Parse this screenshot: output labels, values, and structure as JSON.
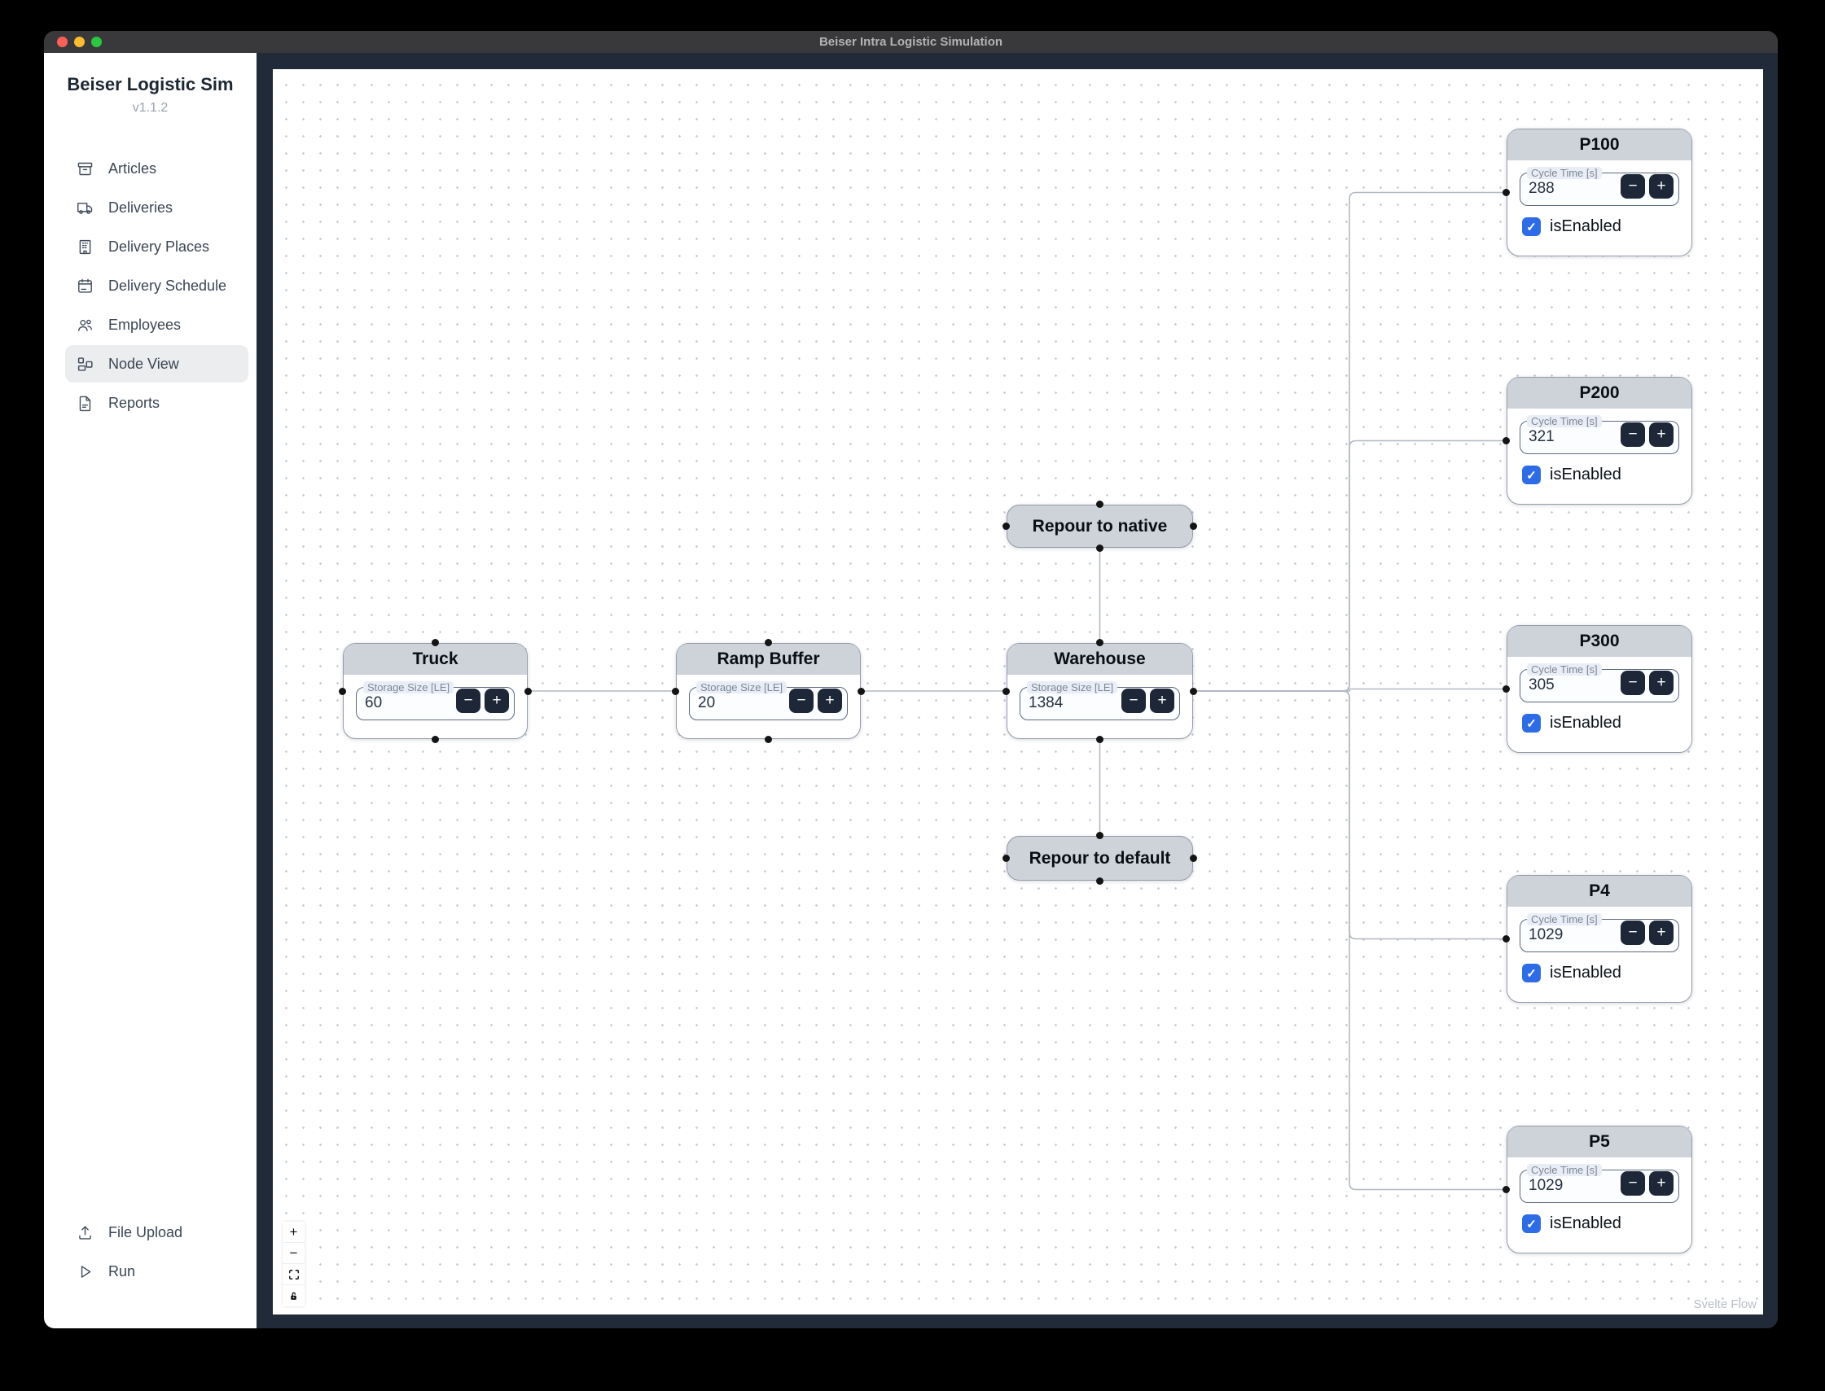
{
  "window": {
    "title": "Beiser Intra Logistic Simulation"
  },
  "sidebar": {
    "app_title": "Beiser Logistic Sim",
    "version": "v1.1.2",
    "items": [
      {
        "label": "Articles"
      },
      {
        "label": "Deliveries"
      },
      {
        "label": "Delivery Places"
      },
      {
        "label": "Delivery Schedule"
      },
      {
        "label": "Employees"
      },
      {
        "label": "Node View",
        "selected": true
      },
      {
        "label": "Reports"
      }
    ],
    "footer": [
      {
        "label": "File Upload"
      },
      {
        "label": "Run"
      }
    ]
  },
  "canvas": {
    "attribution": "Svelte Flow",
    "stepper": {
      "minus": "−",
      "plus": "+"
    },
    "check_glyph": "✓",
    "controls": {
      "zoom_in": "+",
      "zoom_out": "−"
    },
    "nodes": {
      "truck": {
        "title": "Truck",
        "field_label": "Storage Size [LE]",
        "value": "60"
      },
      "ramp_buffer": {
        "title": "Ramp Buffer",
        "field_label": "Storage Size [LE]",
        "value": "20"
      },
      "warehouse": {
        "title": "Warehouse",
        "field_label": "Storage Size [LE]",
        "value": "1384"
      },
      "repour_native": {
        "title": "Repour to native"
      },
      "repour_default": {
        "title": "Repour to default"
      },
      "p100": {
        "title": "P100",
        "field_label": "Cycle Time [s]",
        "value": "288",
        "checkbox_label": "isEnabled",
        "checked": true
      },
      "p200": {
        "title": "P200",
        "field_label": "Cycle Time [s]",
        "value": "321",
        "checkbox_label": "isEnabled",
        "checked": true
      },
      "p300": {
        "title": "P300",
        "field_label": "Cycle Time [s]",
        "value": "305",
        "checkbox_label": "isEnabled",
        "checked": true
      },
      "p4": {
        "title": "P4",
        "field_label": "Cycle Time [s]",
        "value": "1029",
        "checkbox_label": "isEnabled",
        "checked": true
      },
      "p5": {
        "title": "P5",
        "field_label": "Cycle Time [s]",
        "value": "1029",
        "checkbox_label": "isEnabled",
        "checked": true
      }
    }
  },
  "colors": {
    "accent_blue": "#2e6be6",
    "node_header_gray": "#ced3da",
    "titlebar_gray": "#39393b",
    "body_dark_navy": "#212a38",
    "traffic_red": "#ff5f57",
    "traffic_yellow": "#febc2e",
    "traffic_green": "#28c840"
  }
}
